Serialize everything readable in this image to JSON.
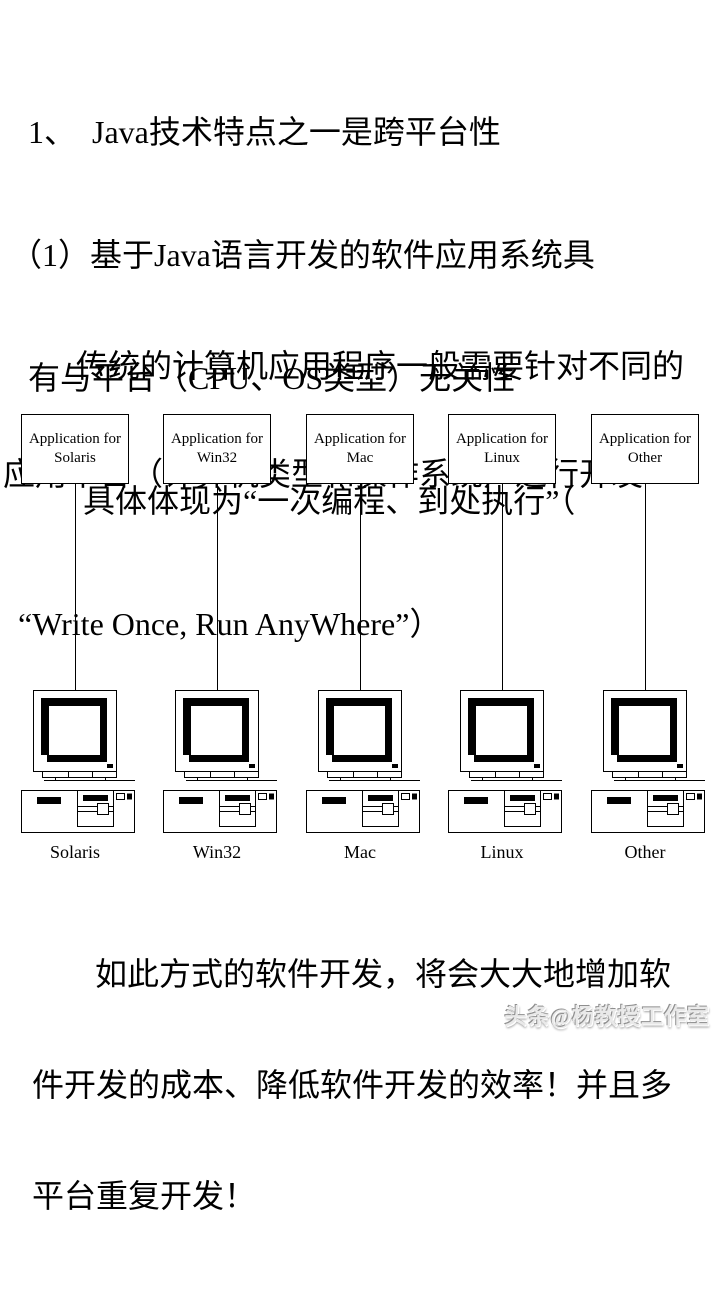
{
  "colors": {
    "background": "#ffffff",
    "text": "#000000",
    "diagram_line": "#000000",
    "watermark": "#cccccc"
  },
  "paragraphs": {
    "p1": {
      "lines": [
        "1、　Java技术特点之一是跨平台性",
        "（1）基于Java语言开发的软件应用系统具",
        "有与平台（CPU、OS类型）无关性",
        "具体体现为“一次编程、到处执行”（",
        "“Write Once, Run AnyWhere”）"
      ]
    },
    "p2": {
      "lines": [
        "传统的计算机应用程序一般需要针对不同的",
        "应用平台（计算机类型和操作系统）进行开发"
      ]
    },
    "p3": {
      "lines": [
        "如此方式的软件开发，将会大大地增加软",
        "件开发的成本、降低软件开发的效率！并且多",
        "平台重复开发！"
      ]
    }
  },
  "diagram": {
    "icons": {
      "computer": "desktop-computer-icon"
    },
    "platforms": [
      {
        "box_line1": "Application for",
        "box_line2": "Solaris",
        "label": "Solaris"
      },
      {
        "box_line1": "Application for",
        "box_line2": "Win32",
        "label": "Win32"
      },
      {
        "box_line1": "Application for",
        "box_line2": "Mac",
        "label": "Mac"
      },
      {
        "box_line1": "Application for",
        "box_line2": "Linux",
        "label": "Linux"
      },
      {
        "box_line1": "Application for",
        "box_line2": "Other",
        "label": "Other"
      }
    ]
  },
  "watermark": {
    "text": "头条@杨教授工作室"
  }
}
